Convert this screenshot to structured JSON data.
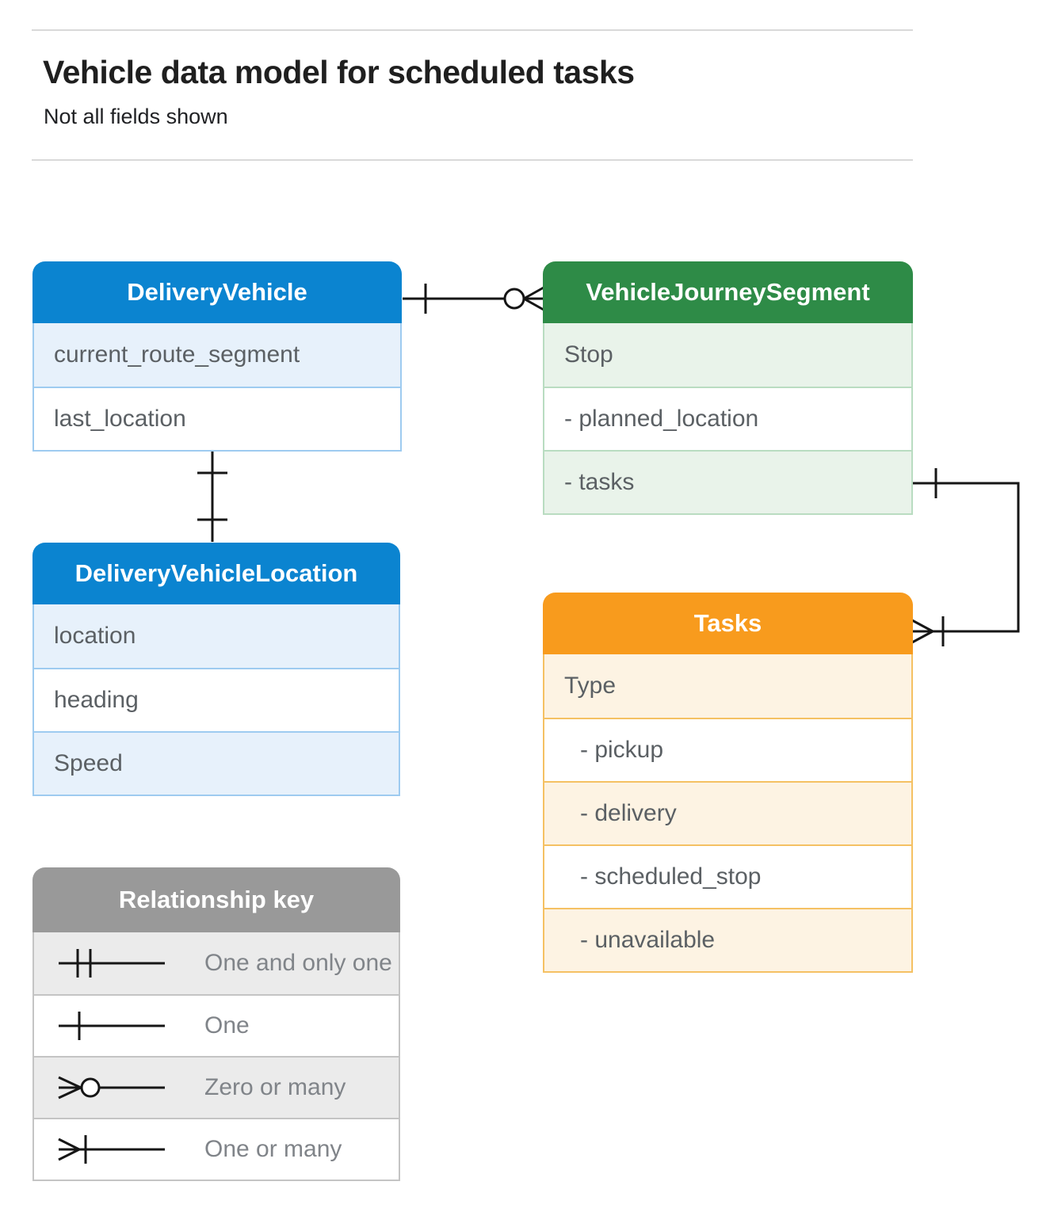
{
  "page": {
    "title": "Vehicle data model for scheduled tasks",
    "subtitle": "Not all fields shown"
  },
  "entities": [
    {
      "title": "DeliveryVehicle",
      "rows": [
        "current_route_segment",
        "last_location"
      ]
    },
    {
      "title": "VehicleJourneySegment",
      "rows": [
        "Stop",
        "- planned_location",
        "- tasks"
      ]
    },
    {
      "title": "DeliveryVehicleLocation",
      "rows": [
        "location",
        "heading",
        "Speed"
      ]
    },
    {
      "title": "Tasks",
      "rows": [
        "Type",
        "- pickup",
        "- delivery",
        "- scheduled_stop",
        "- unavailable"
      ]
    }
  ],
  "relationships": [
    {
      "from": "DeliveryVehicle",
      "to": "VehicleJourneySegment",
      "from_cardinality": "one",
      "to_cardinality": "zero-or-many"
    },
    {
      "from": "DeliveryVehicle",
      "to": "DeliveryVehicleLocation",
      "from_cardinality": "one",
      "to_cardinality": "one"
    },
    {
      "from": "VehicleJourneySegment.tasks",
      "to": "Tasks",
      "from_cardinality": "one",
      "to_cardinality": "one-or-many"
    }
  ],
  "legend": {
    "title": "Relationship key",
    "items": [
      {
        "symbol": "one-and-only-one",
        "label": "One and only one"
      },
      {
        "symbol": "one",
        "label": "One"
      },
      {
        "symbol": "zero-or-many",
        "label": "Zero or many"
      },
      {
        "symbol": "one-or-many",
        "label": "One or many"
      }
    ]
  },
  "colors": {
    "blue_header": "#0b84d0",
    "blue_border": "#9ecbf0",
    "blue_row": "#e7f1fb",
    "green_header": "#2e8b47",
    "green_border": "#b9dcc1",
    "green_row": "#e9f3ea",
    "orange_header": "#f89b1d",
    "orange_border": "#f5c163",
    "orange_row": "#fdf3e3",
    "gray_header": "#999999",
    "gray_border": "#c4c4c4",
    "gray_row": "#ebebeb",
    "connector_line": "#161616",
    "field_text": "#5b6064",
    "divider": "#d9d9d9"
  }
}
